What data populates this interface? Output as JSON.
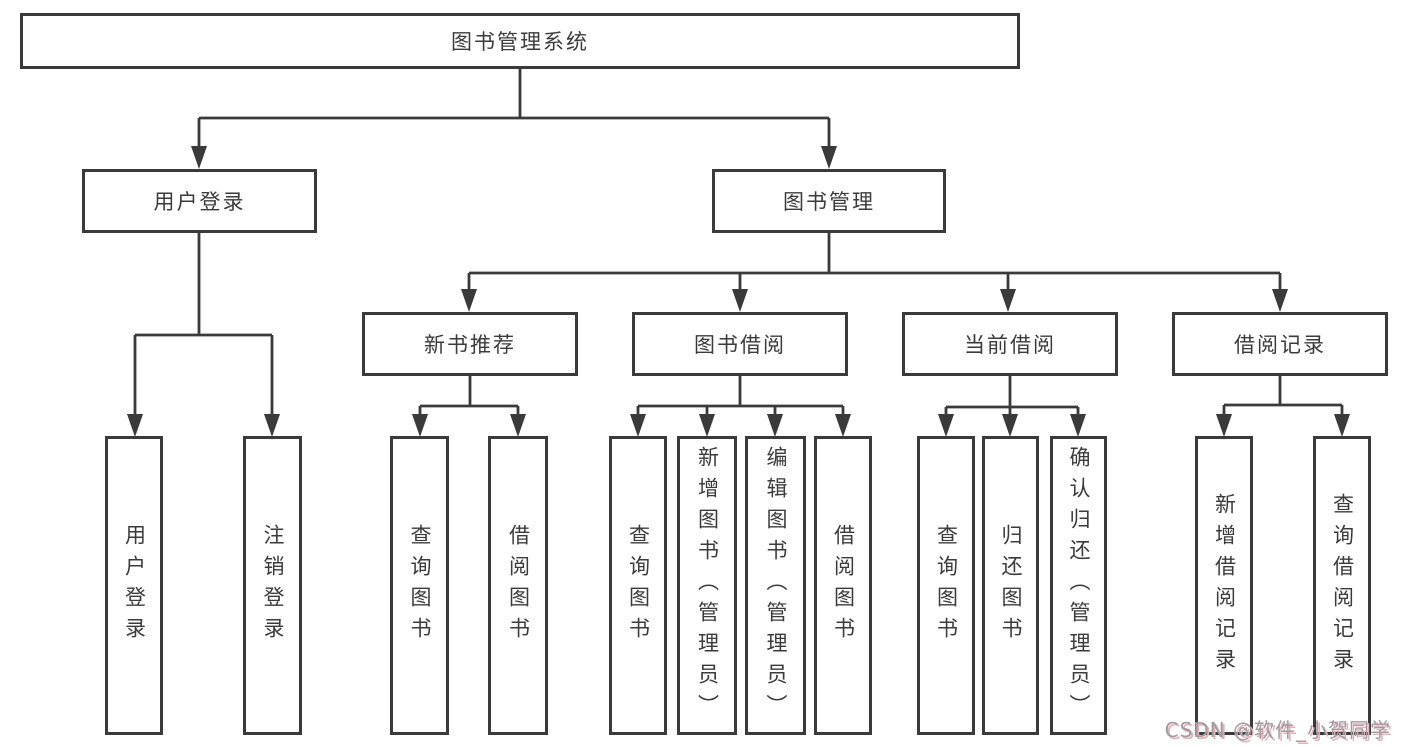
{
  "theme": {
    "line_color": "#3a3a3a",
    "text_color": "#3b3b3b",
    "box_bg": "#ffffff",
    "watermark_color": "#9a9da1",
    "watermark_shadow": "#e9aeb3"
  },
  "watermark": {
    "text": "CSDN @软件_小贺同学"
  },
  "tree": {
    "root_label": "图书管理系统",
    "login": {
      "label": "用户登录",
      "children": [
        "用户登录",
        "注销登录"
      ]
    },
    "management": {
      "label": "图书管理"
    },
    "sections": [
      {
        "label": "新书推荐",
        "children": [
          "查询图书",
          "借阅图书"
        ]
      },
      {
        "label": "图书借阅",
        "children": [
          "查询图书",
          "新增图书（管理员）",
          "编辑图书（管理员）",
          "借阅图书"
        ]
      },
      {
        "label": "当前借阅",
        "children": [
          "查询图书",
          "归还图书",
          "确认归还（管理员）"
        ]
      },
      {
        "label": "借阅记录",
        "children": [
          "新增借阅记录",
          "查询借阅记录"
        ]
      }
    ]
  }
}
